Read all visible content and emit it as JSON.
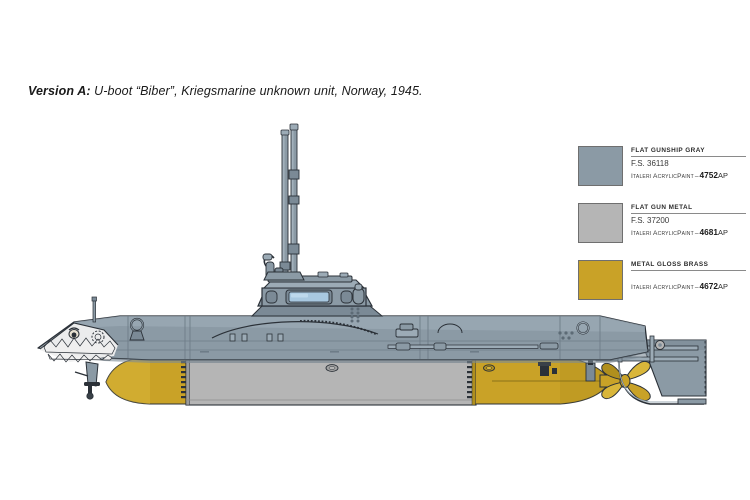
{
  "page": {
    "background": "#ffffff",
    "caption_lead": "Version A:",
    "caption_rest": " U-boot “Biber”, Kriegsmarine unknown unit, Norway, 1945."
  },
  "subject": {
    "name": "U-boot “Biber” midget submarine",
    "view": "side profile",
    "nose_art": "shark mouth with teeth"
  },
  "colors": {
    "gunship_gray": "#8b9aa5",
    "gunship_gray_dark": "#7b8a96",
    "gunship_gray_light": "#9cabb6",
    "gun_metal": "#b5b5b5",
    "gun_metal_dark": "#a3a3a3",
    "brass": "#c9a227",
    "brass_dark": "#b08f1d",
    "brass_light": "#d9b63a",
    "window_blue": "#a8c8e0",
    "outline": "#2b3138",
    "swatch_border": "#6f6f6f",
    "rule": "#8a8a8a",
    "text": "#2b2b2b"
  },
  "legend": {
    "items": [
      {
        "swatch_color": "#8b9aa5",
        "name": "Flat Gunship Gray",
        "fs": "F.S. 36118",
        "brand": "Italeri AcrylicPaint",
        "dash": "–",
        "code": "4752",
        "suffix": "AP",
        "has_fs": true
      },
      {
        "swatch_color": "#b5b5b5",
        "name": "Flat Gun Metal",
        "fs": "F.S. 37200",
        "brand": "Italeri AcrylicPaint",
        "dash": "–",
        "code": "4681",
        "suffix": "AP",
        "has_fs": true
      },
      {
        "swatch_color": "#c9a227",
        "name": "Metal Gloss Brass",
        "fs": "",
        "brand": "Italeri AcrylicPaint",
        "dash": "–",
        "code": "4672",
        "suffix": "AP",
        "has_fs": false
      }
    ]
  }
}
